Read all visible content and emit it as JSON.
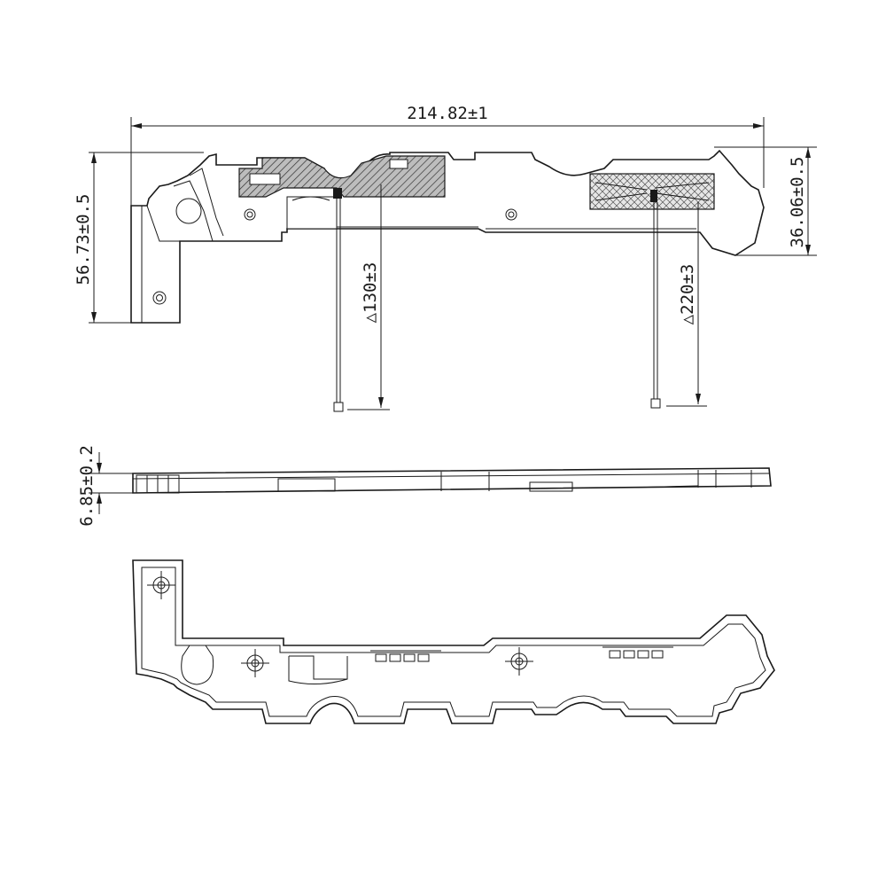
{
  "dimensions": {
    "overall_length": "214.82±1",
    "left_height": "56.73±0.5",
    "right_height": "36.06±0.5",
    "cable_left": "△130±3",
    "cable_right": "△220±3",
    "thickness": "6.85±0.2"
  },
  "colors": {
    "line": "#1a1a1a",
    "background": "#ffffff"
  }
}
